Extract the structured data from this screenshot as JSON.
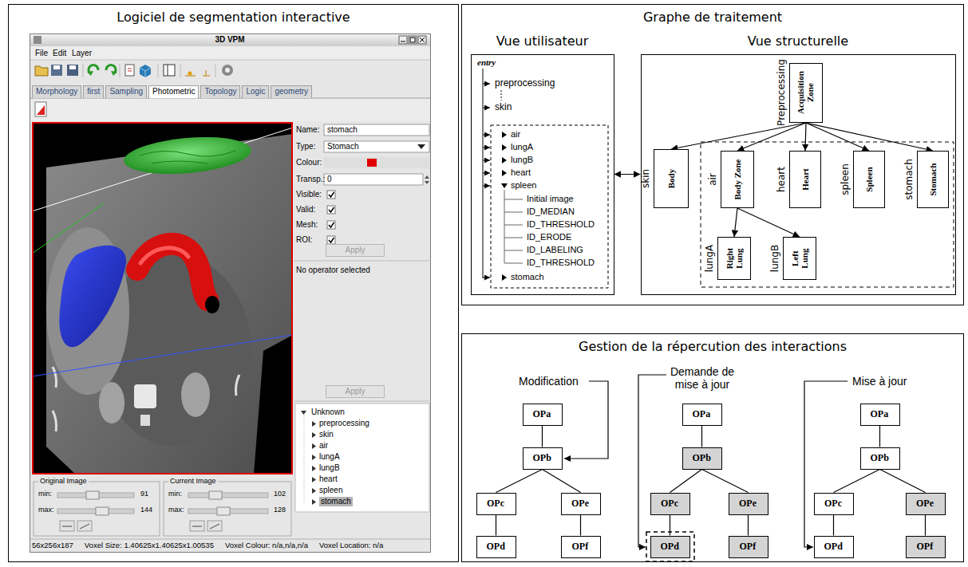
{
  "diagram": {
    "nodes": [
      {
        "text": [
          "Logiciel de segmentation interactive"
        ]
      },
      {
        "text": [
          "3D VPM"
        ],
        "in": 0
      },
      {
        "text": [
          "Graphe de traitement"
        ]
      },
      {
        "text": [
          "Vue utilisateur"
        ],
        "in": 2
      },
      {
        "text": [
          "Vue structurelle"
        ],
        "in": 2
      },
      {
        "text": [
          "Acquisition Zone",
          "Preprocessing"
        ],
        "in": 4
      },
      {
        "text": [
          "Body",
          "skin"
        ],
        "in": 4
      },
      {
        "text": [
          "Body Zone",
          "air"
        ],
        "in": 4
      },
      {
        "text": [
          "Heart",
          "heart"
        ],
        "in": 4
      },
      {
        "text": [
          "Spleen",
          "spleen"
        ],
        "in": 4
      },
      {
        "text": [
          "Stomach",
          "stomach"
        ],
        "in": 4
      },
      {
        "text": [
          "Right Lung",
          "lungA"
        ],
        "in": 4
      },
      {
        "text": [
          "Left Lung",
          "lungB"
        ],
        "in": 4
      },
      {
        "text": [
          "Gestion de la répercution des interactions"
        ]
      },
      {
        "text": [
          "OPa"
        ],
        "in": 13
      },
      {
        "text": [
          "OPb"
        ],
        "in": 13
      },
      {
        "text": [
          "OPc"
        ],
        "in": 13
      },
      {
        "text": [
          "OPe"
        ],
        "in": 13
      },
      {
        "text": [
          "OPd"
        ],
        "in": 13
      },
      {
        "text": [
          "OPf"
        ],
        "in": 13
      },
      {
        "text": [
          "OPa"
        ],
        "in": 13
      },
      {
        "text": [
          "OPb"
        ],
        "in": 13
      },
      {
        "text": [
          "OPc"
        ],
        "in": 13
      },
      {
        "text": [
          "OPe"
        ],
        "in": 13
      },
      {
        "text": [
          "OPd"
        ],
        "in": 13
      },
      {
        "text": [
          "OPf"
        ],
        "in": 13
      },
      {
        "text": [
          "OPa"
        ],
        "in": 13
      },
      {
        "text": [
          "OPb"
        ],
        "in": 13
      },
      {
        "text": [
          "OPc"
        ],
        "in": 13
      },
      {
        "text": [
          "OPe"
        ],
        "in": 13
      },
      {
        "text": [
          "OPd"
        ],
        "in": 13
      },
      {
        "text": [
          "OPf"
        ],
        "in": 13
      }
    ],
    "edges": [
      {
        "from": 3,
        "to": 4,
        "arrow": "both"
      },
      {
        "from": 5,
        "to": 6,
        "arrow": "to"
      },
      {
        "from": 5,
        "to": 7,
        "arrow": "to"
      },
      {
        "from": 5,
        "to": 8,
        "arrow": "to"
      },
      {
        "from": 5,
        "to": 9,
        "arrow": "to"
      },
      {
        "from": 5,
        "to": 10,
        "arrow": "to"
      },
      {
        "from": 7,
        "to": 11,
        "arrow": "to"
      },
      {
        "from": 7,
        "to": 12,
        "arrow": "to"
      },
      {
        "from": 14,
        "to": 15,
        "arrow": "none"
      },
      {
        "from": 15,
        "to": 16,
        "arrow": "none"
      },
      {
        "from": 15,
        "to": 17,
        "arrow": "none"
      },
      {
        "from": 16,
        "to": 18,
        "arrow": "none"
      },
      {
        "from": 17,
        "to": 19,
        "arrow": "none"
      },
      {
        "from": 20,
        "to": 21,
        "arrow": "none"
      },
      {
        "from": 21,
        "to": 22,
        "arrow": "none"
      },
      {
        "from": 21,
        "to": 23,
        "arrow": "none"
      },
      {
        "from": 22,
        "to": 24,
        "arrow": "none"
      },
      {
        "from": 23,
        "to": 25,
        "arrow": "none"
      },
      {
        "from": 26,
        "to": 27,
        "arrow": "none"
      },
      {
        "from": 27,
        "to": 28,
        "arrow": "none"
      },
      {
        "from": 27,
        "to": 29,
        "arrow": "none"
      },
      {
        "from": 28,
        "to": 30,
        "arrow": "none"
      },
      {
        "from": 29,
        "to": 31,
        "arrow": "none"
      }
    ],
    "labels": [
      "File",
      "Edit",
      "Layer",
      "Morphology",
      "first",
      "Sampling",
      "Photometric",
      "Topology",
      "Logic",
      "geometry",
      "Name:",
      "stomach",
      "Type:",
      "Stomach",
      "Colour:",
      "Transp.:",
      "0",
      "Visible:",
      "Valid:",
      "Mesh:",
      "ROI:",
      "Apply",
      "No operator selected",
      "Apply",
      "Unknown",
      "preprocessing",
      "skin",
      "air",
      "lungA",
      "lungB",
      "heart",
      "spleen",
      "stomach",
      "Original Image",
      "min:",
      "91",
      "max:",
      "144",
      "Current Image",
      "min:",
      "102",
      "max:",
      "128",
      "56x256x187",
      "Voxel Size: 1.40625x1.40625x1.00535",
      "Voxel Colour: n/a,n/a,n/a",
      "Voxel Location: n/a",
      "entry",
      "preprocessing",
      "skin",
      "air",
      "lungA",
      "lungB",
      "heart",
      "spleen",
      "Initial image",
      "ID_MEDIAN",
      "ID_THRESHOLD",
      "ID_ERODE",
      "ID_LABELING",
      "ID_THRESHOLD",
      "stomach",
      "Modification",
      "Demande de mise à jour",
      "Mise à jour"
    ]
  }
}
